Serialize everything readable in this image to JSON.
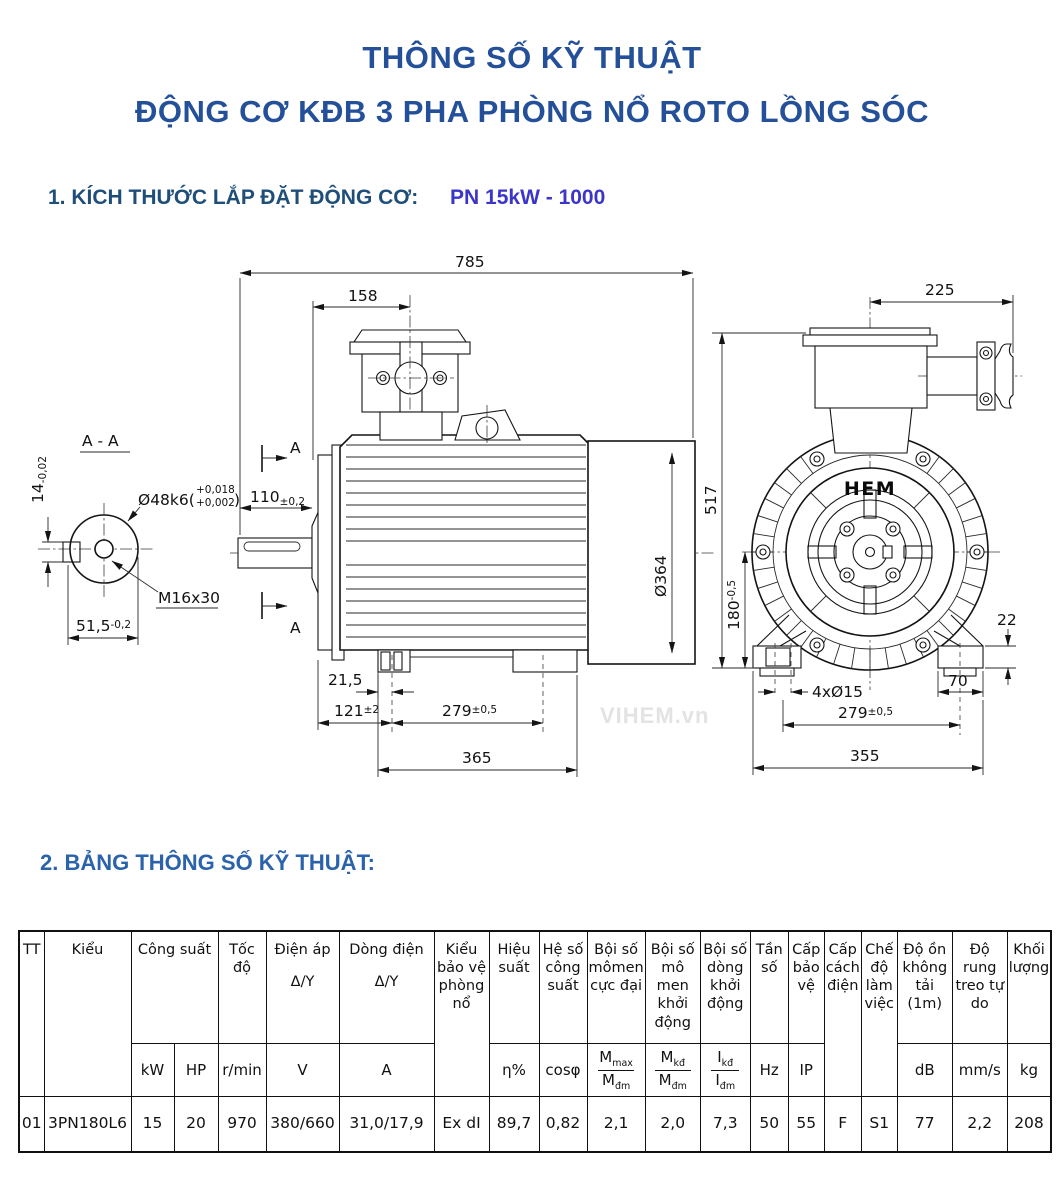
{
  "page": {
    "title_line1": "THÔNG SỐ KỸ THUẬT",
    "title_line2": "ĐỘNG CƠ KĐB 3 PHA PHÒNG NỔ ROTO LỒNG SÓC",
    "section1_label": "1. KÍCH THƯỚC LẮP ĐẶT ĐỘNG CƠ:",
    "section1_value": "PN 15kW - 1000",
    "section2_label": "2. BẢNG THÔNG SỐ KỸ THUẬT:",
    "watermark": "VIHEM.vn",
    "colors": {
      "title_blue": "#24509A",
      "section1_navy": "#1F4E79",
      "model_accent_blue": "#3B36C9",
      "section2_blue": "#2A62AB",
      "drawing_line": "#141414"
    }
  },
  "drawing": {
    "section_aa": {
      "title": "A - A",
      "key_width": "14",
      "key_width_tol": "-0,02",
      "shaft_label": "Ø48k6(",
      "shaft_tol_top": "+0,018",
      "shaft_tol_bot": "+0,002",
      "shaft_label_close": ")",
      "thread": "M16x30",
      "width": "51,5",
      "width_tol": "-0,2"
    },
    "side_view": {
      "overall_length": "785",
      "box_offset": "158",
      "shaft_length": "110",
      "shaft_length_tol": "±0,2",
      "section_mark": "A",
      "fan_dia": "Ø364",
      "foot_edge": "21,5",
      "flange_to_foot": "121",
      "flange_to_foot_tol": "±2",
      "foot_span": "279",
      "foot_span_tol": "±0,5",
      "base_length": "365"
    },
    "front_view": {
      "box_width": "225",
      "overall_height": "517",
      "axis_height": "180",
      "axis_height_tol": "-0,5",
      "foot_height": "22",
      "holes": "4xØ15",
      "foot_width": "70",
      "foot_span": "279",
      "foot_span_tol": "±0,5",
      "base_width": "355",
      "logo": "HEM"
    }
  },
  "table": {
    "header": {
      "tt": "TT",
      "model": "Kiểu",
      "power": "Công suất",
      "power_kw": "kW",
      "power_hp": "HP",
      "speed": "Tốc độ",
      "speed_unit": "r/min",
      "voltage_l1": "Điện áp",
      "voltage_l2": "Δ/Y",
      "voltage_unit": "V",
      "current_l1": "Dòng điện",
      "current_l2": "Δ/Y",
      "current_unit": "A",
      "protection_type": "Kiểu bảo vệ phòng nổ",
      "efficiency": "Hiệu suất",
      "efficiency_unit": "η%",
      "power_factor": "Hệ số công suất",
      "power_factor_unit": "cosφ",
      "max_torque": "Bội số mômen cực đại",
      "start_torque": "Bội số mô men khởi động",
      "start_current": "Bội số dòng khởi động",
      "frac_mmax": {
        "top_main": "M",
        "top_sub": "max",
        "bot_main": "M",
        "bot_sub": "đm"
      },
      "frac_mkd": {
        "top_main": "M",
        "top_sub": "kđ",
        "bot_main": "M",
        "bot_sub": "đm"
      },
      "frac_ikd": {
        "top_main": "I",
        "top_sub": "kđ",
        "bot_main": "I",
        "bot_sub": "đm"
      },
      "frequency": "Tần số",
      "frequency_unit": "Hz",
      "protection_class": "Cấp bảo vệ",
      "protection_class_unit": "IP",
      "insulation": "Cấp cách điện",
      "duty": "Chế độ làm việc",
      "noise": "Độ ồn không tải (1m)",
      "noise_unit": "dB",
      "vibration": "Độ rung treo tự do",
      "vibration_unit": "mm/s",
      "weight": "Khối lượng",
      "weight_unit": "kg"
    },
    "rows": [
      {
        "tt": "01",
        "model": "3PN180L6",
        "kw": "15",
        "hp": "20",
        "rpm": "970",
        "voltage": "380/660",
        "current": "31,0/17,9",
        "protection": "Ex dI",
        "efficiency": "89,7",
        "cos_phi": "0,82",
        "mmax": "2,1",
        "mkd": "2,0",
        "ikd": "7,3",
        "hz": "50",
        "ip": "55",
        "insulation": "F",
        "duty": "S1",
        "noise": "77",
        "vibration": "2,2",
        "weight": "208"
      }
    ]
  }
}
